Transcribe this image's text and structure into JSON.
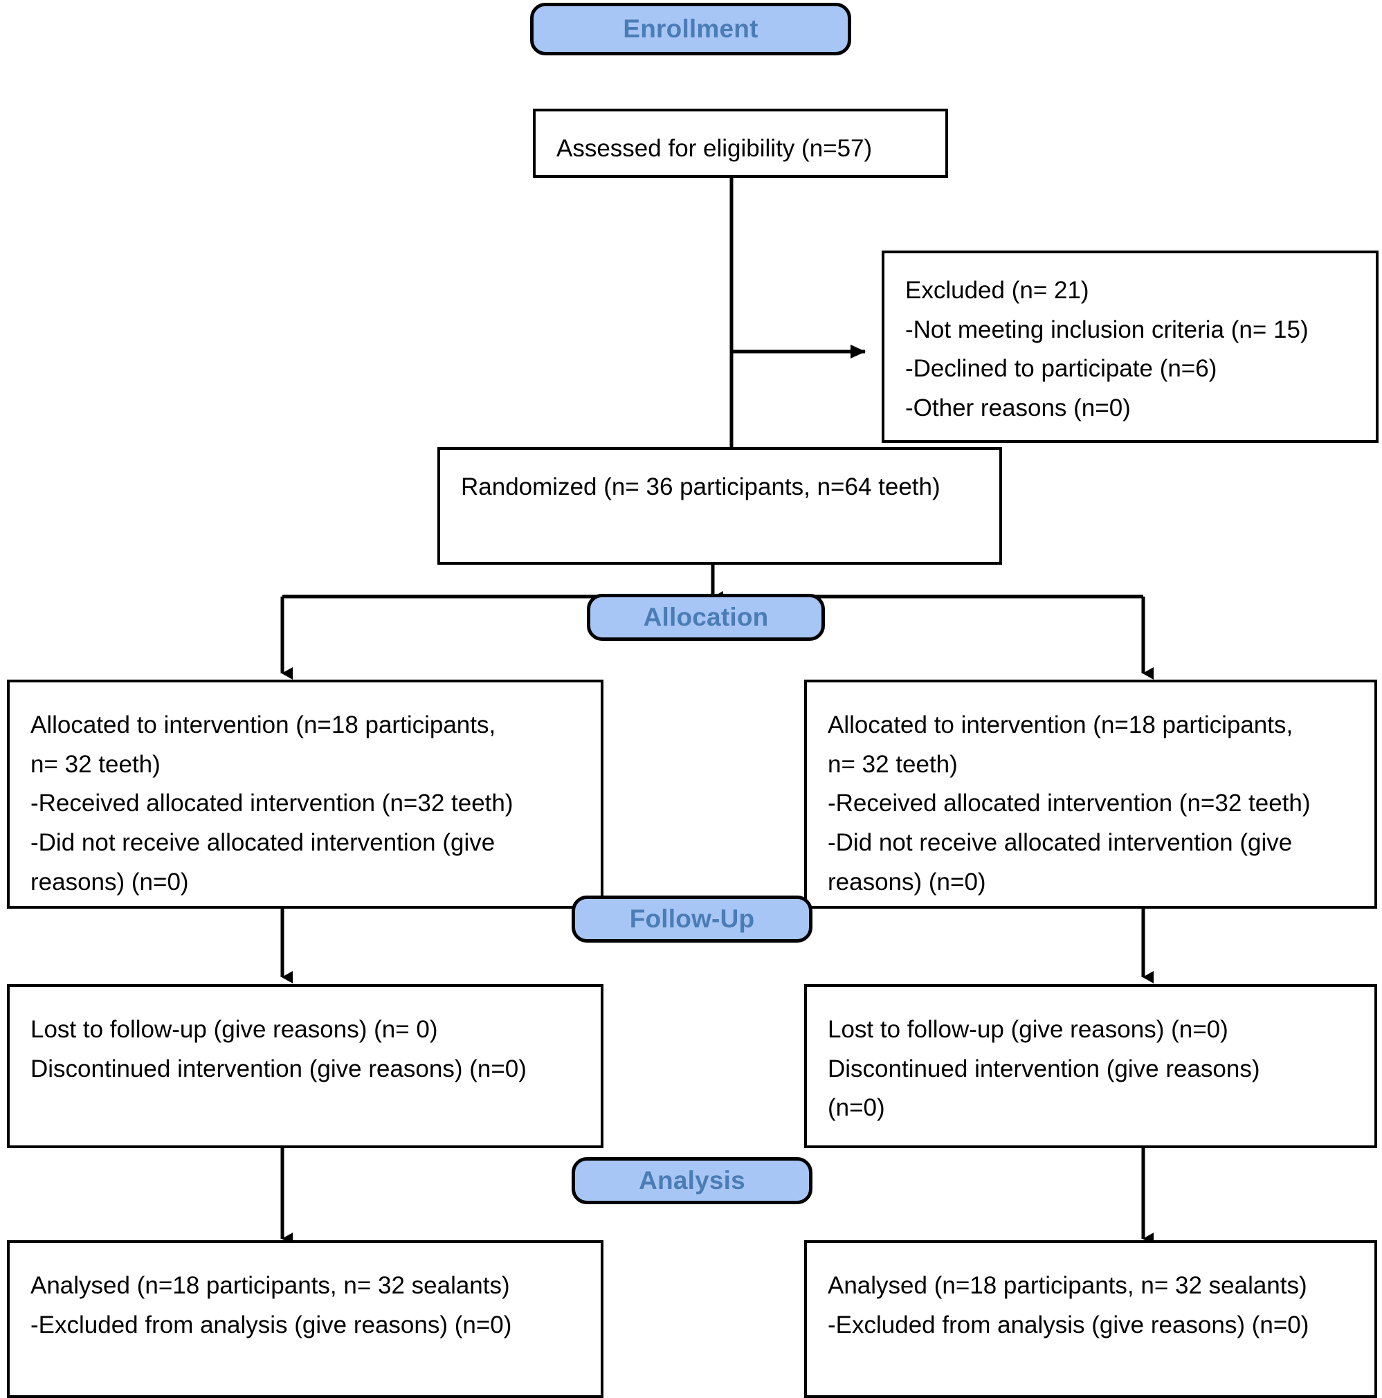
{
  "diagram": {
    "title": "CONSORT participant flow diagram",
    "colors": {
      "banner_fill": "#A8C6F5",
      "banner_text": "#4A7CB5",
      "box_border": "#000000",
      "box_fill": "#FFFFFF",
      "connector": "#000000"
    }
  },
  "stages": {
    "enrollment": "Enrollment",
    "allocation": "Allocation",
    "follow_up": "Follow-Up",
    "analysis": "Analysis"
  },
  "boxes": {
    "eligibility": "Assessed for eligibility (n=57)",
    "excluded": "Excluded (n= 21)\n-Not meeting inclusion criteria (n= 15)\n-Declined to participate (n=6)\n-Other reasons (n=0)",
    "randomized": "Randomized (n= 36 participants, n=64 teeth)",
    "allocated_left": "Allocated to intervention (n=18 participants,\nn= 32 teeth)\n-Received allocated intervention (n=32 teeth)\n-Did not receive allocated intervention (give\nreasons) (n=0)",
    "allocated_right": "Allocated to intervention (n=18 participants,\nn= 32 teeth)\n-Received allocated intervention (n=32 teeth)\n-Did not receive allocated intervention (give\nreasons) (n=0)",
    "followup_left": "Lost to follow-up (give reasons) (n= 0)\nDiscontinued intervention (give reasons) (n=0)",
    "followup_right": "Lost to follow-up (give reasons) (n=0)\nDiscontinued intervention (give reasons)\n(n=0)",
    "analysed_left": "Analysed (n=18 participants, n= 32 sealants)\n-Excluded from analysis (give reasons) (n=0)",
    "analysed_right": "Analysed (n=18 participants, n= 32 sealants)\n-Excluded from analysis (give reasons) (n=0)"
  },
  "chart_data": {
    "type": "diagram",
    "flow": "CONSORT",
    "counts": {
      "assessed_for_eligibility": 57,
      "excluded_total": 21,
      "excluded_not_meeting_inclusion_criteria": 15,
      "excluded_declined_to_participate": 6,
      "excluded_other_reasons": 0,
      "randomized_participants": 36,
      "randomized_teeth": 64,
      "allocated_participants_per_arm": 18,
      "allocated_teeth_per_arm": 32,
      "received_allocated_intervention_teeth_per_arm": 32,
      "did_not_receive_allocated_intervention_per_arm": 0,
      "lost_to_follow_up_per_arm": 0,
      "discontinued_intervention_per_arm": 0,
      "analysed_participants_per_arm": 18,
      "analysed_sealants_per_arm": 32,
      "excluded_from_analysis_per_arm": 0
    }
  }
}
